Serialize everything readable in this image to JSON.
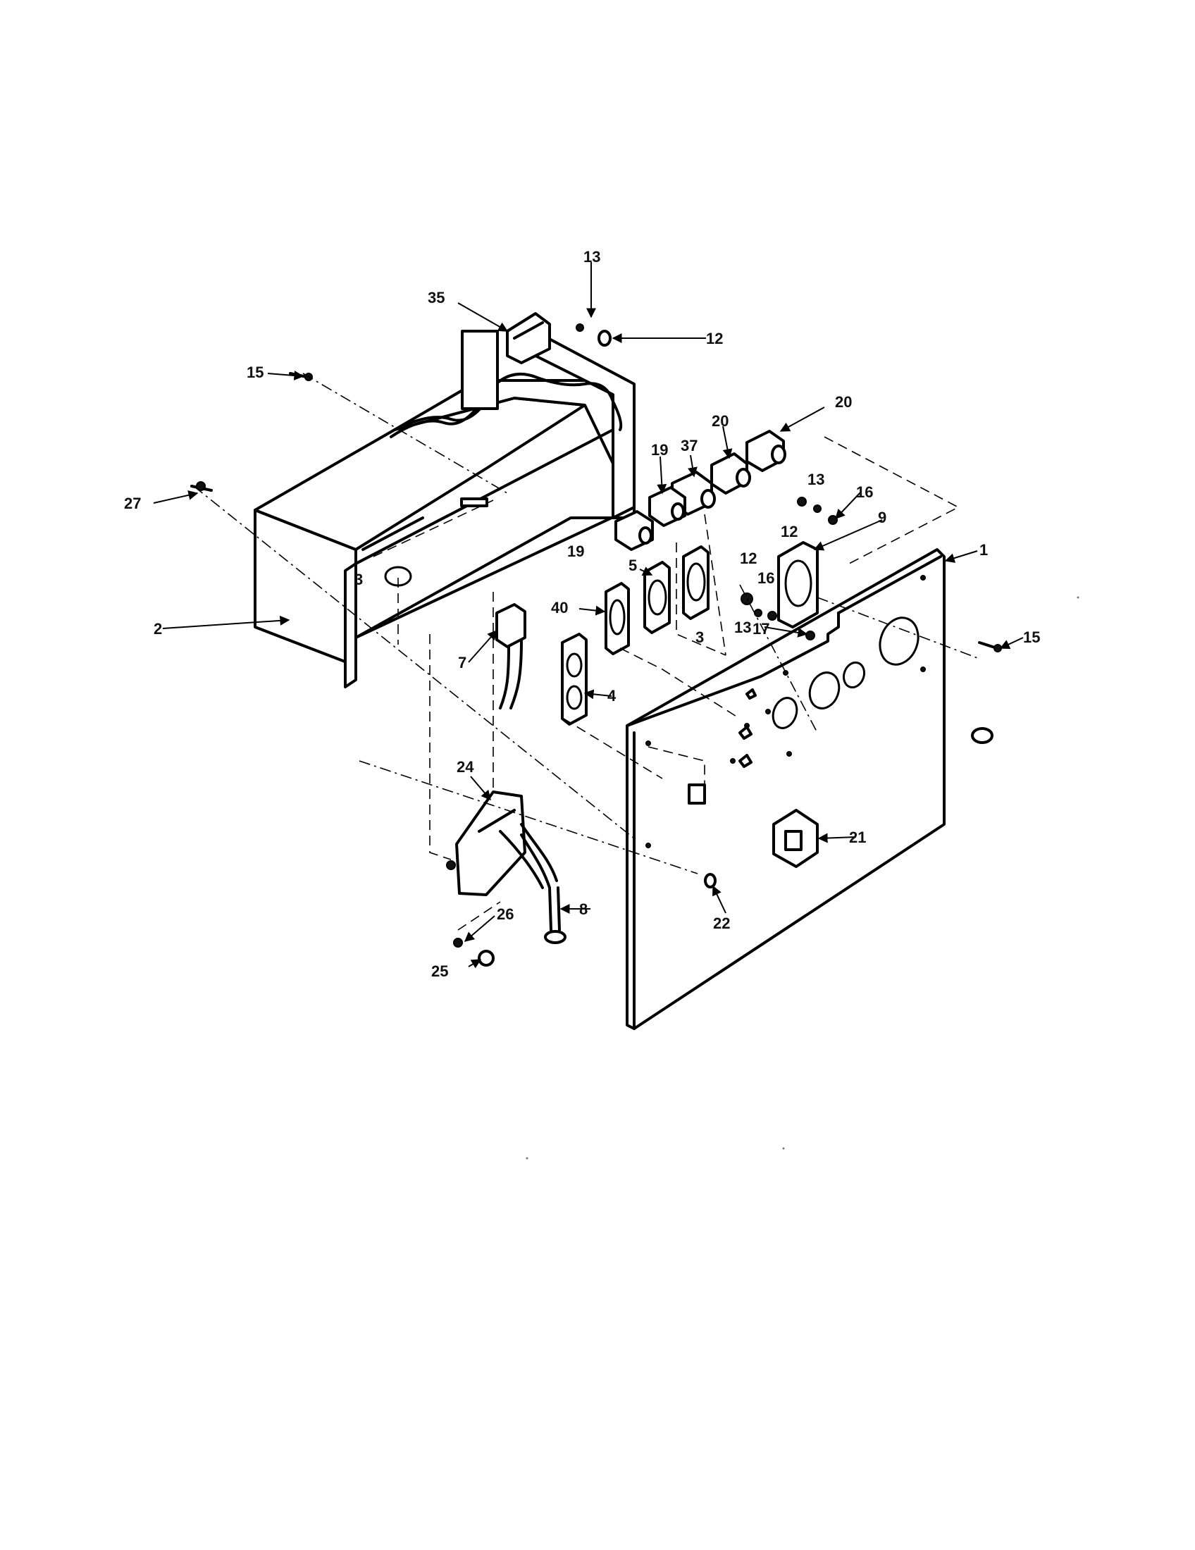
{
  "labels": [
    {
      "id": "13",
      "text": "13"
    },
    {
      "id": "35",
      "text": "35"
    },
    {
      "id": "12",
      "text": "12"
    },
    {
      "id": "15",
      "text": "15"
    },
    {
      "id": "20",
      "text": "20"
    },
    {
      "id": "19",
      "text": "19"
    },
    {
      "id": "37",
      "text": "37"
    },
    {
      "id": "16",
      "text": "16"
    },
    {
      "id": "9",
      "text": "9"
    },
    {
      "id": "1",
      "text": "1"
    },
    {
      "id": "27",
      "text": "27"
    },
    {
      "id": "5",
      "text": "5"
    },
    {
      "id": "40",
      "text": "40"
    },
    {
      "id": "3",
      "text": "3"
    },
    {
      "id": "17",
      "text": "17"
    },
    {
      "id": "2",
      "text": "2"
    },
    {
      "id": "7",
      "text": "7"
    },
    {
      "id": "4",
      "text": "4"
    },
    {
      "id": "24",
      "text": "24"
    },
    {
      "id": "21",
      "text": "21"
    },
    {
      "id": "22",
      "text": "22"
    },
    {
      "id": "8",
      "text": "8"
    },
    {
      "id": "26",
      "text": "26"
    },
    {
      "id": "25",
      "text": "25"
    }
  ]
}
